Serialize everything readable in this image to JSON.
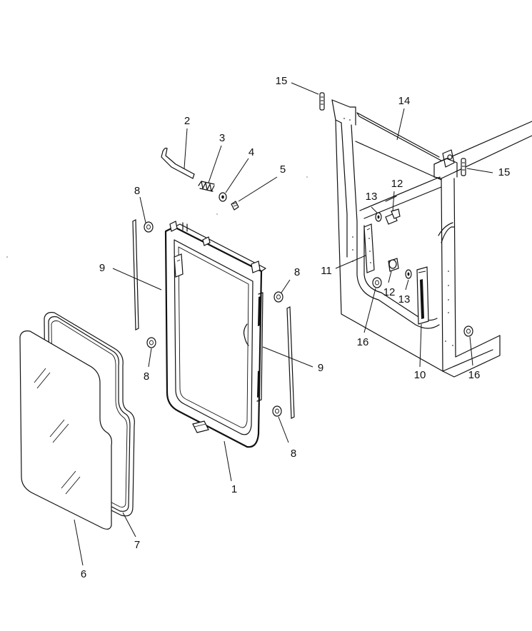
{
  "callouts": {
    "c1": "1",
    "c2": "2",
    "c3": "3",
    "c4": "4",
    "c5": "5",
    "c6": "6",
    "c7": "7",
    "c8a": "8",
    "c8b": "8",
    "c8c": "8",
    "c8d": "8",
    "c9a": "9",
    "c9b": "9",
    "c10": "10",
    "c11": "11",
    "c12a": "12",
    "c12b": "12",
    "c13a": "13",
    "c13b": "13",
    "c14": "14",
    "c15a": "15",
    "c15b": "15",
    "c16a": "16",
    "c16b": "16"
  }
}
